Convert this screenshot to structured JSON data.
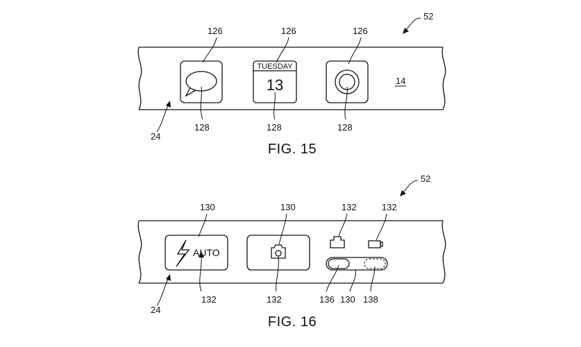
{
  "figure_15": {
    "caption": "FIG. 15",
    "ref_52": "52",
    "ref_24": "24",
    "ref_14": "14",
    "icons": [
      {
        "name": "message-icon",
        "ref_top": "126",
        "ref_bottom": "128"
      },
      {
        "name": "calendar-icon",
        "ref_top": "126",
        "ref_bottom": "128",
        "day_label": "TUESDAY",
        "date_number": "13"
      },
      {
        "name": "camera-shutter-icon",
        "ref_top": "126",
        "ref_bottom": "128"
      }
    ]
  },
  "figure_16": {
    "caption": "FIG. 16",
    "ref_52": "52",
    "ref_24": "24",
    "flash_button": {
      "ref_top": "130",
      "ref_bottom": "132",
      "label": "AUTO",
      "icon": "lightning-bolt-icon"
    },
    "camera_button": {
      "ref_top": "130",
      "ref_bottom": "132",
      "icon": "camera-icon"
    },
    "toggle": {
      "ref_left_icon": "132",
      "ref_right_icon": "132",
      "left_icon": "camera-mode-icon",
      "right_icon": "video-camera-icon",
      "ref_knob": "136",
      "ref_track": "130",
      "ref_dashed_knob": "138"
    }
  },
  "colors": {
    "line": "#111111",
    "background": "#ffffff"
  }
}
